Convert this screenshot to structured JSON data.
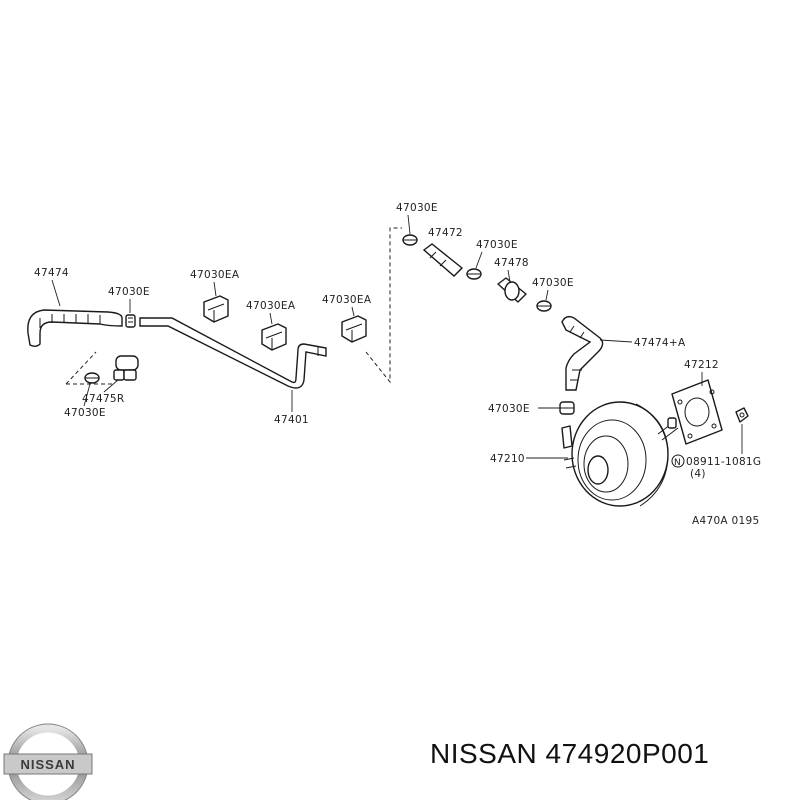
{
  "diagram": {
    "callouts": {
      "c47474": "47474",
      "c47030e_a": "47030E",
      "c47030e_b": "47030E",
      "c47475r": "47475R",
      "c47030ea_a": "47030EA",
      "c47030ea_b": "47030EA",
      "c47030ea_c": "47030EA",
      "c47401": "47401",
      "c47030e_c": "47030E",
      "c47472": "47472",
      "c47030e_d": "47030E",
      "c47478": "47478",
      "c47030e_e": "47030E",
      "c47474a": "47474+A",
      "c47212": "47212",
      "c47030e_f": "47030E",
      "c47210": "47210",
      "c08911_num": "08911-1081G",
      "c08911_qty": "(4)",
      "c08911_n": "N"
    },
    "figure_code": "A470A 0195"
  },
  "footer": {
    "logo_text": "NISSAN",
    "title": "NISSAN 474920P001"
  }
}
